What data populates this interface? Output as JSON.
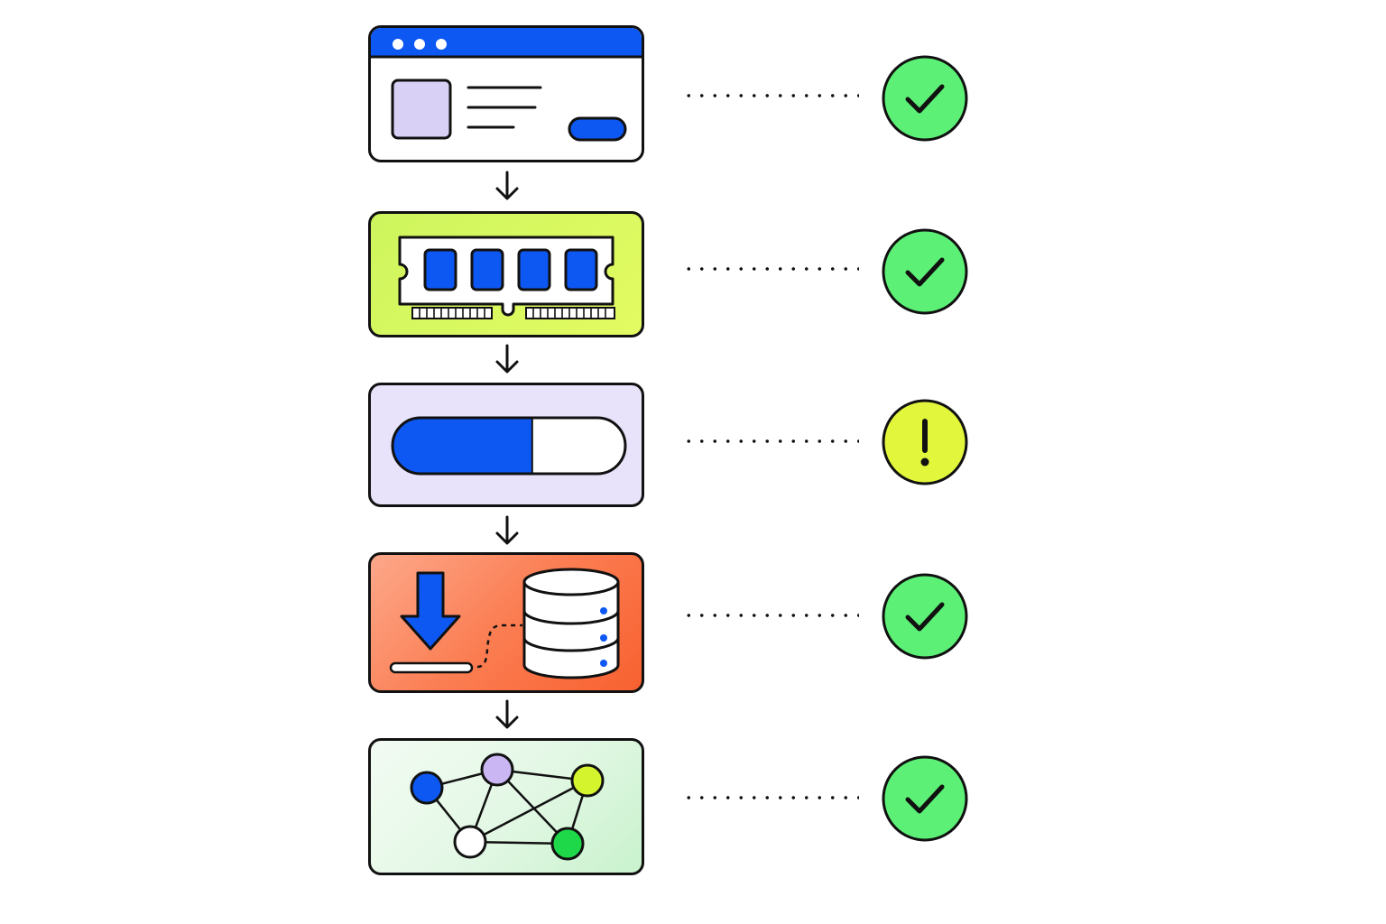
{
  "colors": {
    "outline": "#111111",
    "primary_blue": "#0d57f2",
    "lavender": "#d9d0f6",
    "lime": "#d8f75a",
    "orange": "#fa6a38",
    "success_green": "#5cf176",
    "warning_yellow": "#e2f63b"
  },
  "steps": [
    {
      "icon": "browser-window-icon",
      "status": "success",
      "status_icon": "checkmark-icon"
    },
    {
      "icon": "memory-module-icon",
      "status": "success",
      "status_icon": "checkmark-icon"
    },
    {
      "icon": "progress-bar-icon",
      "status": "warning",
      "status_icon": "exclamation-icon",
      "progress": 0.6
    },
    {
      "icon": "download-to-database-icon",
      "status": "success",
      "status_icon": "checkmark-icon"
    },
    {
      "icon": "network-graph-icon",
      "status": "success",
      "status_icon": "checkmark-icon"
    }
  ]
}
